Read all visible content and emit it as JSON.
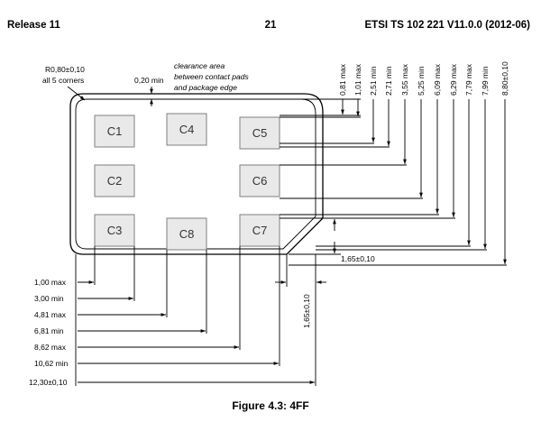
{
  "header": {
    "left": "Release 11",
    "center": "21",
    "right": "ETSI TS 102 221 V11.0.0 (2012-06)"
  },
  "caption": "Figure 4.3: 4FF",
  "notes": {
    "corner_radius": "R0,80±0,10",
    "corner_scope": "all 5 corners",
    "gap": "0,20 min",
    "clearance_1": "clearance area",
    "clearance_2": "between contact pads",
    "clearance_3": "and package edge"
  },
  "pads": [
    "C1",
    "C2",
    "C3",
    "C4",
    "C5",
    "C6",
    "C7",
    "C8"
  ],
  "horizontal_dims": [
    "1,00 max",
    "3,00 min",
    "4,81 max",
    "6,81 min",
    "8,62 max",
    "10,62 min",
    "12,30±0,10"
  ],
  "vertical_dims": [
    "0,81 max",
    "1,01 max",
    "2,51 min",
    "2,71 min",
    "3,55 max",
    "5,25 min",
    "6,09 max",
    "6,29 max",
    "7,79 max",
    "7,99 min",
    "8,80±0,10"
  ],
  "chamfer_dims": {
    "width": "1,65±0,10",
    "height": "1,65±0,10"
  }
}
